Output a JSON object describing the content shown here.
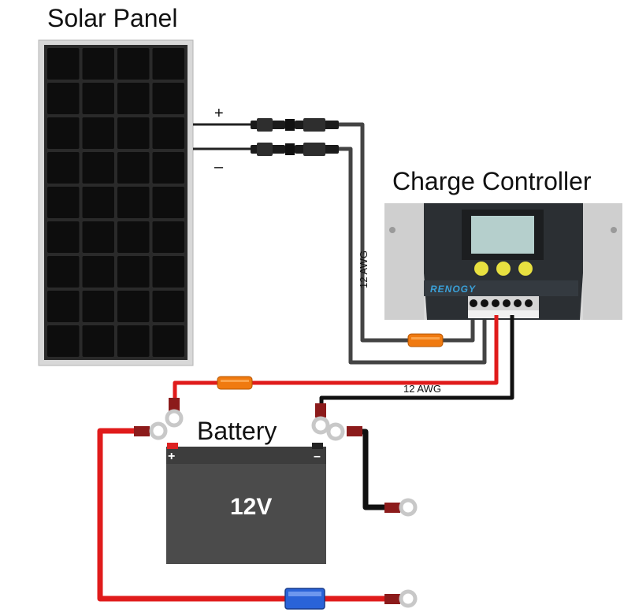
{
  "labels": {
    "solar_panel": "Solar Panel",
    "charge_controller": "Charge Controller",
    "battery": "Battery",
    "battery_voltage": "12V",
    "wire_gauge_pv": "12 AWG",
    "wire_gauge_batt": "12 AWG",
    "pv_positive": "+",
    "pv_negative": "–",
    "batt_positive": "+",
    "batt_negative": "–",
    "controller_brand": "RENOGY"
  },
  "colors": {
    "positive_wire": "#e01b1b",
    "negative_wire": "#111111",
    "pv_wire": "#222222",
    "fuse": "#f07a10",
    "inline_fuse_blue": "#2a63d8"
  }
}
